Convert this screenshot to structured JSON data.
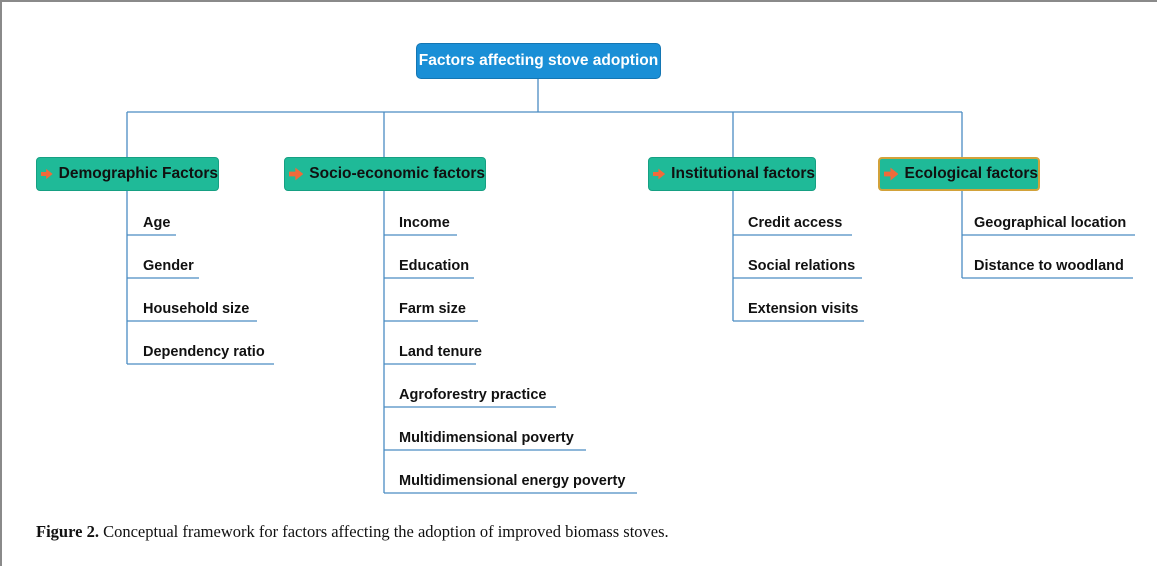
{
  "root": {
    "label": "Factors affecting stove adoption"
  },
  "categories": [
    {
      "label": "Demographic Factors",
      "items": [
        "Age",
        "Gender",
        "Household size",
        "Dependency ratio"
      ]
    },
    {
      "label": "Socio-economic factors",
      "items": [
        "Income",
        "Education",
        "Farm size",
        "Land tenure",
        "Agroforestry practice",
        "Multidimensional poverty",
        "Multidimensional energy poverty"
      ]
    },
    {
      "label": "Institutional factors",
      "items": [
        "Credit access",
        "Social relations",
        "Extension visits"
      ]
    },
    {
      "label": "Ecological factors",
      "items": [
        "Geographical location",
        "Distance to woodland"
      ]
    }
  ],
  "caption": {
    "figure_label": "Figure 2.",
    "text": " Conceptual framework for factors affecting the adoption of improved biomass stoves."
  },
  "colors": {
    "root_fill": "#1a8fd6",
    "category_fill": "#1fba98",
    "connector": "#4a8cc2",
    "arrow_icon": "#f06a3a",
    "ecological_border": "#d2a23a"
  }
}
